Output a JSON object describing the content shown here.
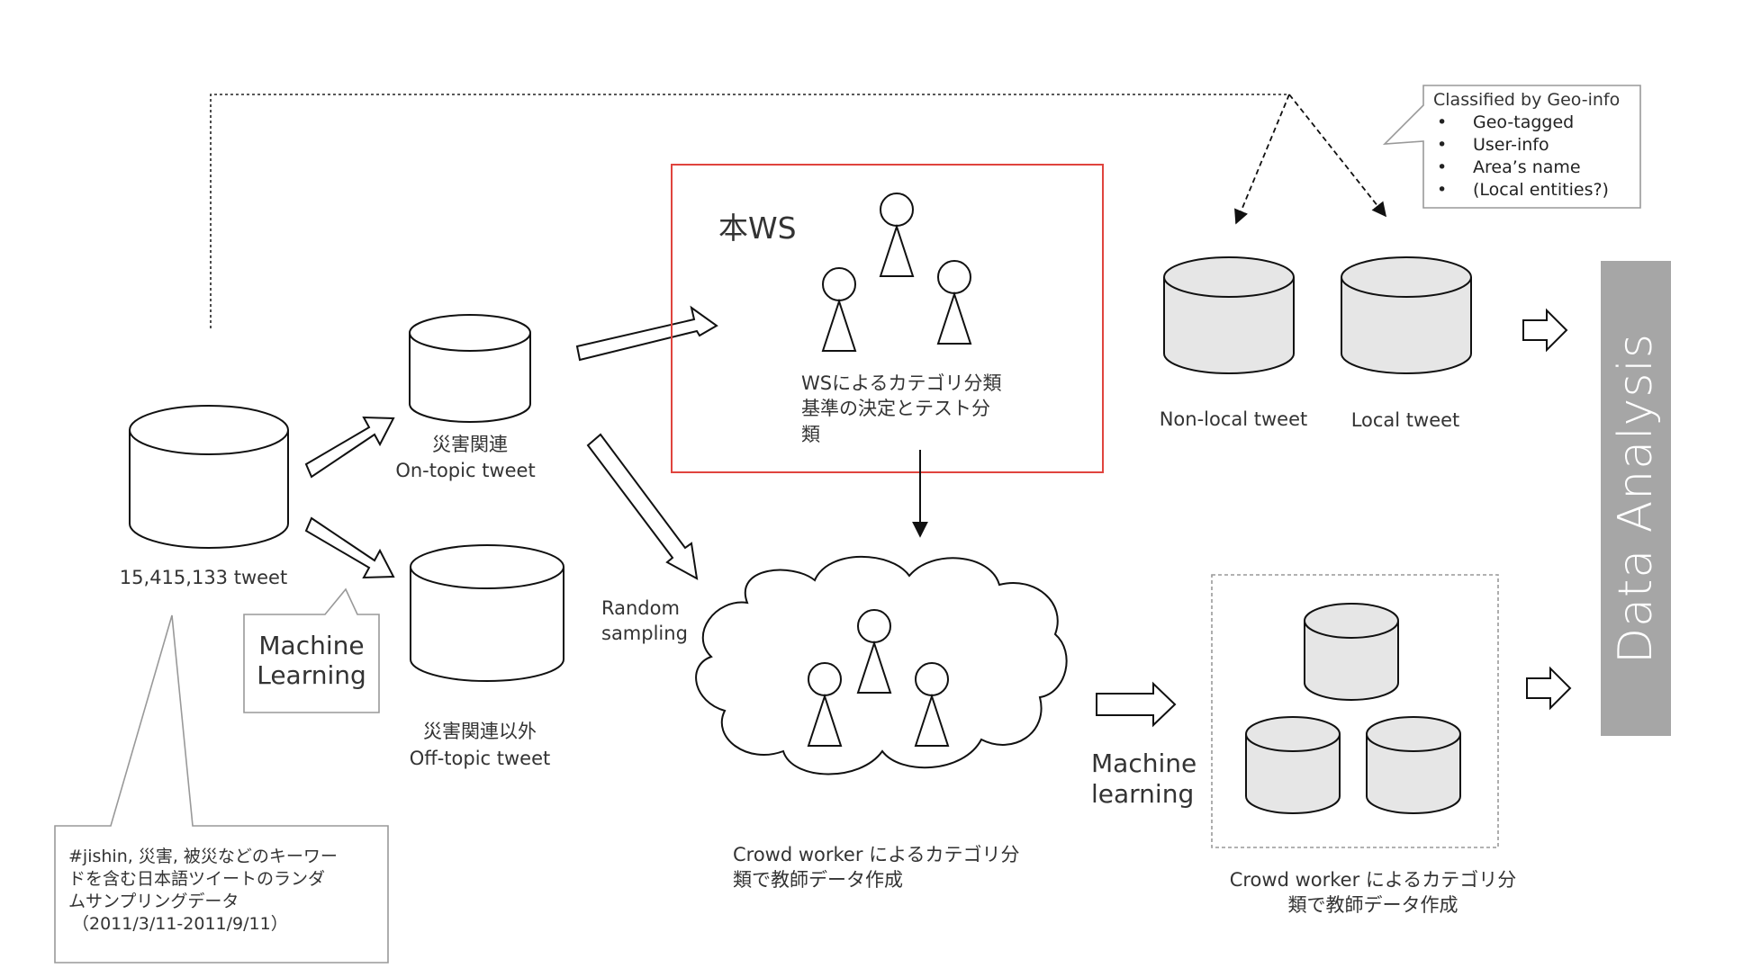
{
  "source_db": {
    "label": "15,415,133 tweet",
    "note": "#jishin, 災害, 被災などのキーワードを含む日本語ツイートのランダムサンプリングデータ（2011/3/11-2011/9/11）",
    "note_lines": [
      "#jishin, 災害, 被災などのキーワー",
      "ドを含む日本語ツイートのランダ",
      "ムサンプリングデータ",
      "（2011/3/11-2011/9/11）"
    ]
  },
  "ml_callout": {
    "line1": "Machine",
    "line2": "Learning"
  },
  "on_topic": {
    "ja": "災害関連",
    "en": "On-topic tweet"
  },
  "off_topic": {
    "ja": "災害関連以外",
    "en": "Off-topic tweet"
  },
  "ws_box": {
    "title": "本WS",
    "text_lines": [
      "WSによるカテゴリ分類",
      "基準の決定とテスト分",
      "類"
    ],
    "border_color": "#e0443e"
  },
  "random_sampling": {
    "line1": "Random",
    "line2": "sampling"
  },
  "crowd": {
    "line1": "Crowd worker によるカテゴリ分",
    "line2": "類で教師データ作成"
  },
  "machine_learning2": {
    "line1": "Machine",
    "line2": "learning"
  },
  "crowd_result": {
    "line1": "Crowd worker によるカテゴリ分",
    "line2": "類で教師データ作成"
  },
  "geo": {
    "title": "Classified by Geo-info",
    "items": [
      "Geo-tagged",
      "User-info",
      "Area’s name",
      "(Local entities?)"
    ]
  },
  "non_local": {
    "label": "Non-local tweet"
  },
  "local": {
    "label": "Local tweet"
  },
  "data_analysis": {
    "label": "Data Analysis",
    "bg_color": "#a6a6a6"
  },
  "colors": {
    "cylinder_fill_gray": "#e6e6e6",
    "line": "#111111",
    "callout_border": "#999999"
  }
}
